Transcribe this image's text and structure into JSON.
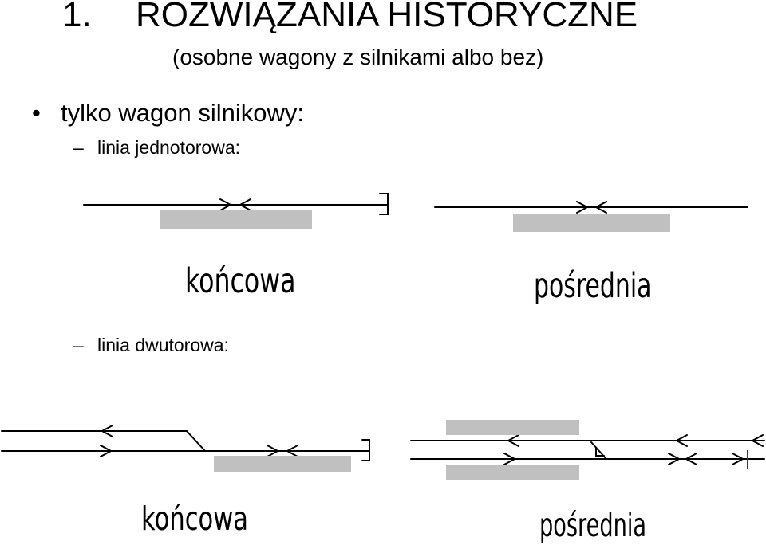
{
  "slide": {
    "number": "1.",
    "title": "ROZWIĄZANIA HISTORYCZNE",
    "subtitle": "(osobne wagony z silnikami albo bez)",
    "bullet_symbol": "•",
    "bullet": "tylko wagon silnikowy:",
    "dash_symbol": "–",
    "sub_single": "linia jednotorowa:",
    "sub_double": "linia dwutorowa:"
  },
  "diagrams": {
    "single_end_label": "końcowa",
    "single_mid_label": "pośrednia",
    "double_end_label": "końcowa",
    "double_mid_label": "pośrednia",
    "track_color": "#000000",
    "platform_color": "#c0c0c0",
    "signal_color": "#d00000"
  }
}
